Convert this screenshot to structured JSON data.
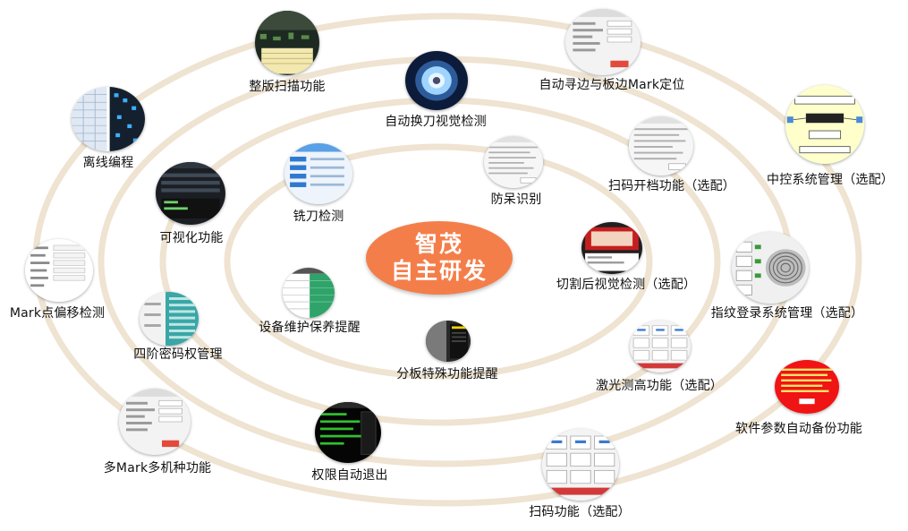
{
  "center": {
    "line1": "智茂",
    "line2": "自主研发"
  },
  "colors": {
    "ring": "#efe3d1",
    "center": "#f47e4a",
    "text": "#111111"
  },
  "features": [
    {
      "id": "panel-scan",
      "label": "整版扫描功能",
      "icon": "pcb-scan-screenshot"
    },
    {
      "id": "auto-edge-mark",
      "label": "自动寻边与板边Mark定位",
      "icon": "settings-dialog-screenshot"
    },
    {
      "id": "offline-programming",
      "label": "离线编程",
      "icon": "spreadsheet-screenshot"
    },
    {
      "id": "auto-tool-change-vision",
      "label": "自动换刀视觉检测",
      "icon": "camera-lens-screenshot"
    },
    {
      "id": "barcode-switch",
      "label": "扫码开档功能（选配）",
      "icon": "dialog-screenshot"
    },
    {
      "id": "central-control",
      "label": "中控系统管理（选配）",
      "icon": "network-diagram-screenshot"
    },
    {
      "id": "visualization",
      "label": "可视化功能",
      "icon": "dark-dashboard-screenshot"
    },
    {
      "id": "cutter-inspection",
      "label": "铣刀检测",
      "icon": "blue-list-screenshot"
    },
    {
      "id": "anti-fool",
      "label": "防呆识别",
      "icon": "dialog-screenshot"
    },
    {
      "id": "mark-offset",
      "label": "Mark点偏移检测",
      "icon": "form-screenshot"
    },
    {
      "id": "post-cut-vision",
      "label": "切割后视觉检测（选配）",
      "icon": "camera-view-screenshot"
    },
    {
      "id": "fingerprint-login",
      "label": "指纹登录系统管理（选配）",
      "icon": "fingerprint-screenshot"
    },
    {
      "id": "maintenance-reminder",
      "label": "设备维护保养提醒",
      "icon": "green-table-screenshot"
    },
    {
      "id": "four-level-password",
      "label": "四阶密码权管理",
      "icon": "teal-table-screenshot"
    },
    {
      "id": "split-board-reminder",
      "label": "分板特殊功能提醒",
      "icon": "dark-panel-screenshot"
    },
    {
      "id": "laser-height",
      "label": "激光测高功能（选配）",
      "icon": "button-grid-screenshot"
    },
    {
      "id": "param-backup",
      "label": "软件参数自动备份功能",
      "icon": "red-alert-screenshot"
    },
    {
      "id": "multi-mark",
      "label": "多Mark多机种功能",
      "icon": "settings-dialog-screenshot"
    },
    {
      "id": "auto-logout",
      "label": "权限自动退出",
      "icon": "terminal-screenshot"
    },
    {
      "id": "barcode-scan",
      "label": "扫码功能（选配）",
      "icon": "button-grid-screenshot"
    }
  ]
}
